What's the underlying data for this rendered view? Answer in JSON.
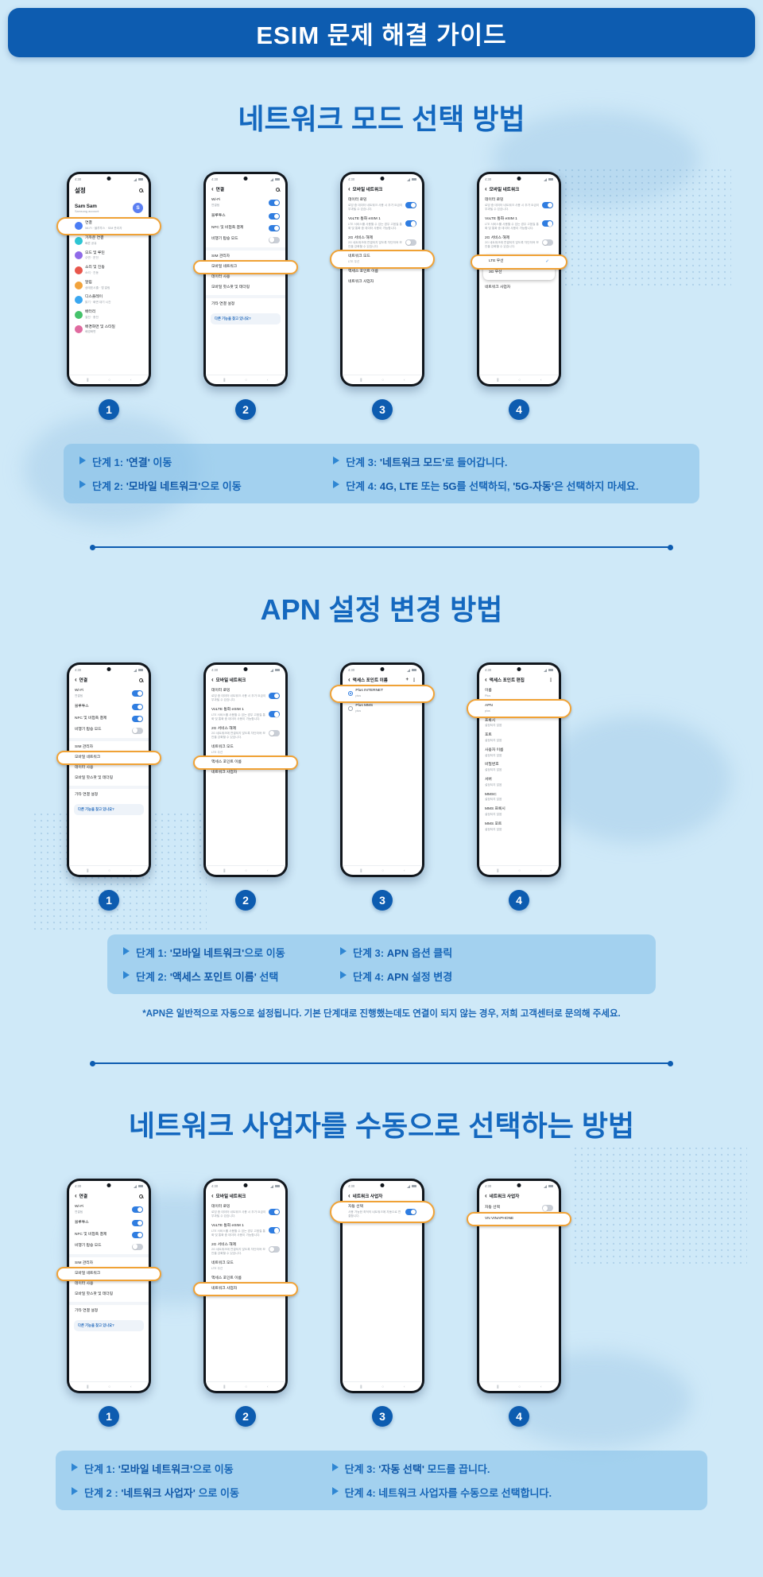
{
  "header": {
    "title": "ESIM 문제 해결 가이드"
  },
  "statusbar_time": "4:30",
  "badges": [
    "1",
    "2",
    "3",
    "4"
  ],
  "colors": {
    "accent_blue": "#0d5cb0",
    "highlight_orange": "#f0a236",
    "background": "#cfe9f8",
    "steps_box": "#8fc4e9"
  },
  "sections": [
    {
      "key": "section-network-mode",
      "title": "네트워크 모드 선택 방법",
      "steps_width": 800,
      "divider_after": true,
      "steps_left": [
        {
          "segments": [
            {
              "t": "단계 1: "
            },
            {
              "t": "'연결'",
              "b": true
            },
            {
              "t": " 이동"
            }
          ]
        },
        {
          "segments": [
            {
              "t": "단계 2: "
            },
            {
              "t": "'모바일 네트워크'",
              "b": true
            },
            {
              "t": "으로 이동"
            }
          ]
        }
      ],
      "steps_right": [
        {
          "segments": [
            {
              "t": "단계 3: "
            },
            {
              "t": "'네트워크 모드'",
              "b": true
            },
            {
              "t": "로 들어갑니다."
            }
          ]
        },
        {
          "segments": [
            {
              "t": "단계 4: "
            },
            {
              "t": "4G, LTE",
              "b": true
            },
            {
              "t": " 또는 "
            },
            {
              "t": "5G",
              "b": true
            },
            {
              "t": "를 선택하되, "
            },
            {
              "t": "'5G-자동'",
              "b": true
            },
            {
              "t": "은 선택하지 마세요."
            }
          ]
        }
      ],
      "phones": [
        {
          "header": {
            "mode": "home",
            "title": "설정",
            "right": [
              "search"
            ]
          },
          "items": [
            {
              "type": "profile",
              "name": "Sam Sam",
              "sub": "Samsung account",
              "avatar": "S"
            },
            {
              "type": "home",
              "label": "연결",
              "sub": "Wi-Fi · 블루투스 · SIM 관리자",
              "color": "#4a7df5",
              "hl": true
            },
            {
              "type": "home",
              "label": "가까운 연결",
              "sub": "빠른 공유",
              "color": "#2ec5d3"
            },
            {
              "type": "home",
              "label": "모드 및 루틴",
              "sub": "수면 · 운전",
              "color": "#8f6ae8"
            },
            {
              "type": "home",
              "label": "소리 및 진동",
              "sub": "소리 · 진동",
              "color": "#e8564c"
            },
            {
              "type": "home",
              "label": "알림",
              "sub": "상태표시줄 · 앱 알림",
              "color": "#f2a33c"
            },
            {
              "type": "home",
              "label": "디스플레이",
              "sub": "밝기 · 화면 대기 시간",
              "color": "#3aa7f0"
            },
            {
              "type": "home",
              "label": "배터리",
              "sub": "절전 · 충전",
              "color": "#45c26b"
            },
            {
              "type": "home",
              "label": "배경화면 및 스타일",
              "sub": "배경화면",
              "color": "#e06a9f"
            }
          ]
        },
        {
          "header": {
            "mode": "sub",
            "title": "연결",
            "right": [
              "search"
            ]
          },
          "items": [
            {
              "type": "row",
              "label": "Wi-Fi",
              "sub": "연결됨",
              "toggle": "on"
            },
            {
              "type": "row",
              "label": "블루투스",
              "toggle": "on"
            },
            {
              "type": "row",
              "label": "NFC 및 비접촉 결제",
              "toggle": "on"
            },
            {
              "type": "row",
              "label": "비행기 탑승 모드",
              "toggle": "off"
            },
            {
              "type": "gap"
            },
            {
              "type": "row",
              "label": "SIM 관리자"
            },
            {
              "type": "row",
              "label": "모바일 네트워크",
              "hl": true
            },
            {
              "type": "row",
              "label": "데이터 사용"
            },
            {
              "type": "row",
              "label": "모바일 핫스팟 및 테더링"
            },
            {
              "type": "gap"
            },
            {
              "type": "row",
              "label": "기타 연결 설정"
            },
            {
              "type": "card",
              "title": "다른 기능을 찾고 있나요?"
            }
          ]
        },
        {
          "header": {
            "mode": "sub",
            "title": "모바일 네트워크",
            "right": []
          },
          "items": [
            {
              "type": "row",
              "label": "데이터 로밍",
              "sub": "로밍 중 데이터 네트워크 사용 시 추가 요금이 부과될 수 있습니다.",
              "toggle": "on"
            },
            {
              "type": "row",
              "label": "VoLTE 통화 eSIM 1",
              "sub": "LTE 서비스를 사용할 수 있는 경우 고음질 통화 및 통화 중 데이터 사용이 가능합니다.",
              "toggle": "on"
            },
            {
              "type": "row",
              "label": "2G 서비스 해제",
              "sub": "2G 네트워크에 연결되지 않도록 차단하여 보안을 강화할 수 있습니다.",
              "toggle": "off"
            },
            {
              "type": "row",
              "label": "네트워크 모드",
              "sub": "LTE 우선",
              "hl": true
            },
            {
              "type": "row",
              "label": "액세스 포인트 이름"
            },
            {
              "type": "row",
              "label": "네트워크 사업자"
            }
          ]
        },
        {
          "header": {
            "mode": "sub",
            "title": "모바일 네트워크",
            "right": []
          },
          "items": [
            {
              "type": "row",
              "label": "데이터 로밍",
              "sub": "로밍 중 데이터 네트워크 사용 시 추가 요금이 부과될 수 있습니다.",
              "toggle": "on"
            },
            {
              "type": "row",
              "label": "VoLTE 통화 eSIM 1",
              "sub": "LTE 서비스를 사용할 수 있는 경우 고음질 통화 및 통화 중 데이터 사용이 가능합니다.",
              "toggle": "on"
            },
            {
              "type": "row",
              "label": "2G 서비스 해제",
              "sub": "2G 네트워크에 연결되지 않도록 차단하여 보안을 강화할 수 있습니다.",
              "toggle": "off"
            },
            {
              "type": "drop",
              "options": [
                {
                  "label": "LTE 우선",
                  "check": true,
                  "hl": true
                },
                {
                  "label": "3G 우선"
                }
              ]
            },
            {
              "type": "row",
              "label": "네트워크 사업자"
            }
          ]
        }
      ]
    },
    {
      "key": "section-apn",
      "title": "APN 설정 변경 방법",
      "steps_width": 690,
      "divider_after": true,
      "footnote": "*APN은 일반적으로 자동으로 설정됩니다. 기본 단계대로 진행했는데도 연결이 되지 않는 경우, 저희 고객센터로 문의해 주세요.",
      "steps_left": [
        {
          "segments": [
            {
              "t": "단계 1: "
            },
            {
              "t": "'모바일 네트워크'",
              "b": true
            },
            {
              "t": "으로 이동"
            }
          ]
        },
        {
          "segments": [
            {
              "t": "단계 2: "
            },
            {
              "t": "'액세스 포인트 이름'",
              "b": true
            },
            {
              "t": " 선택"
            }
          ]
        }
      ],
      "steps_right": [
        {
          "segments": [
            {
              "t": "단계 3: "
            },
            {
              "t": "APN",
              "b": true
            },
            {
              "t": " 옵션 클릭"
            }
          ]
        },
        {
          "segments": [
            {
              "t": "단계 4: "
            },
            {
              "t": "APN",
              "b": true
            },
            {
              "t": " 설정 변경"
            }
          ]
        }
      ],
      "phones": [
        {
          "header": {
            "mode": "sub",
            "title": "연결",
            "right": [
              "search"
            ]
          },
          "items": [
            {
              "type": "row",
              "label": "Wi-Fi",
              "sub": "연결됨",
              "toggle": "on"
            },
            {
              "type": "row",
              "label": "블루투스",
              "toggle": "on"
            },
            {
              "type": "row",
              "label": "NFC 및 비접촉 결제",
              "toggle": "on"
            },
            {
              "type": "row",
              "label": "비행기 탑승 모드",
              "toggle": "off"
            },
            {
              "type": "gap"
            },
            {
              "type": "row",
              "label": "SIM 관리자"
            },
            {
              "type": "row",
              "label": "모바일 네트워크",
              "hl": true
            },
            {
              "type": "row",
              "label": "데이터 사용"
            },
            {
              "type": "row",
              "label": "모바일 핫스팟 및 테더링"
            },
            {
              "type": "gap"
            },
            {
              "type": "row",
              "label": "기타 연결 설정"
            },
            {
              "type": "card",
              "title": "다른 기능을 찾고 있나요?"
            }
          ]
        },
        {
          "header": {
            "mode": "sub",
            "title": "모바일 네트워크",
            "right": []
          },
          "items": [
            {
              "type": "row",
              "label": "데이터 로밍",
              "sub": "로밍 중 데이터 네트워크 사용 시 추가 요금이 부과될 수 있습니다.",
              "toggle": "on"
            },
            {
              "type": "row",
              "label": "VoLTE 통화 eSIM 1",
              "sub": "LTE 서비스를 사용할 수 있는 경우 고음질 통화 및 통화 중 데이터 사용이 가능합니다.",
              "toggle": "on"
            },
            {
              "type": "row",
              "label": "2G 서비스 해제",
              "sub": "2G 네트워크에 연결되지 않도록 차단하여 보안을 강화할 수 있습니다.",
              "toggle": "off"
            },
            {
              "type": "row",
              "label": "네트워크 모드",
              "sub": "LTE 우선"
            },
            {
              "type": "row",
              "label": "액세스 포인트 이름",
              "hl": true
            },
            {
              "type": "row",
              "label": "네트워크 사업자"
            }
          ]
        },
        {
          "header": {
            "mode": "sub",
            "title": "액세스 포인트 이름",
            "right": [
              "plus",
              "more"
            ]
          },
          "items": [
            {
              "type": "radio",
              "label": "Plus INTERNET",
              "sub": "plus",
              "selected": true,
              "hl": true
            },
            {
              "type": "radio",
              "label": "Plus MMS",
              "sub": "plus",
              "selected": false
            }
          ]
        },
        {
          "header": {
            "mode": "sub",
            "title": "액세스 포인트 편집",
            "right": [
              "more"
            ]
          },
          "items": [
            {
              "type": "row",
              "label": "이름",
              "sub": "Plus"
            },
            {
              "type": "row",
              "label": "APN",
              "sub": "plus",
              "hl": true
            },
            {
              "type": "row",
              "label": "프록시",
              "sub": "설정되지 않음"
            },
            {
              "type": "row",
              "label": "포트",
              "sub": "설정되지 않음"
            },
            {
              "type": "row",
              "label": "사용자 이름",
              "sub": "설정되지 않음"
            },
            {
              "type": "row",
              "label": "비밀번호",
              "sub": "설정되지 않음"
            },
            {
              "type": "row",
              "label": "서버",
              "sub": "설정되지 않음"
            },
            {
              "type": "row",
              "label": "MMSC",
              "sub": "설정되지 않음"
            },
            {
              "type": "row",
              "label": "MMS 프록시",
              "sub": "설정되지 않음"
            },
            {
              "type": "row",
              "label": "MMS 포트",
              "sub": "설정되지 않음"
            }
          ]
        }
      ]
    },
    {
      "key": "section-operator",
      "title": "네트워크 사업자를 수동으로 선택하는 방법",
      "steps_width": 820,
      "divider_after": false,
      "steps_left": [
        {
          "segments": [
            {
              "t": "단계 1: "
            },
            {
              "t": "'모바일 네트워크'",
              "b": true
            },
            {
              "t": "으로 이동"
            }
          ]
        },
        {
          "segments": [
            {
              "t": "단계 2 : "
            },
            {
              "t": "'네트워크 사업자'",
              "b": true
            },
            {
              "t": " 으로 이동"
            }
          ]
        }
      ],
      "steps_right": [
        {
          "segments": [
            {
              "t": "단계 3: "
            },
            {
              "t": "'자동 선택'",
              "b": true
            },
            {
              "t": " 모드를 끕니다."
            }
          ]
        },
        {
          "segments": [
            {
              "t": "단계 4: "
            },
            {
              "t": "네트워크 사업자를 수동으로 선택합니다."
            }
          ]
        }
      ],
      "phones": [
        {
          "header": {
            "mode": "sub",
            "title": "연결",
            "right": [
              "search"
            ]
          },
          "items": [
            {
              "type": "row",
              "label": "Wi-Fi",
              "sub": "연결됨",
              "toggle": "on"
            },
            {
              "type": "row",
              "label": "블루투스",
              "toggle": "on"
            },
            {
              "type": "row",
              "label": "NFC 및 비접촉 결제",
              "toggle": "on"
            },
            {
              "type": "row",
              "label": "비행기 탑승 모드",
              "toggle": "off"
            },
            {
              "type": "gap"
            },
            {
              "type": "row",
              "label": "SIM 관리자"
            },
            {
              "type": "row",
              "label": "모바일 네트워크",
              "hl": true
            },
            {
              "type": "row",
              "label": "데이터 사용"
            },
            {
              "type": "row",
              "label": "모바일 핫스팟 및 테더링"
            },
            {
              "type": "gap"
            },
            {
              "type": "row",
              "label": "기타 연결 설정"
            },
            {
              "type": "card",
              "title": "다른 기능을 찾고 있나요?"
            }
          ]
        },
        {
          "header": {
            "mode": "sub",
            "title": "모바일 네트워크",
            "right": []
          },
          "items": [
            {
              "type": "row",
              "label": "데이터 로밍",
              "sub": "로밍 중 데이터 네트워크 사용 시 추가 요금이 부과될 수 있습니다.",
              "toggle": "on"
            },
            {
              "type": "row",
              "label": "VoLTE 통화 eSIM 1",
              "sub": "LTE 서비스를 사용할 수 있는 경우 고음질 통화 및 통화 중 데이터 사용이 가능합니다.",
              "toggle": "on"
            },
            {
              "type": "row",
              "label": "2G 서비스 해제",
              "sub": "2G 네트워크에 연결되지 않도록 차단하여 보안을 강화할 수 있습니다.",
              "toggle": "off"
            },
            {
              "type": "row",
              "label": "네트워크 모드",
              "sub": "LTE 우선"
            },
            {
              "type": "row",
              "label": "액세스 포인트 이름"
            },
            {
              "type": "row",
              "label": "네트워크 사업자",
              "hl": true
            }
          ]
        },
        {
          "header": {
            "mode": "sub",
            "title": "네트워크 사업자",
            "right": []
          },
          "items": [
            {
              "type": "row",
              "label": "자동 선택",
              "sub": "사용 가능한 최적의 네트워크에 자동으로 연결합니다.",
              "toggle": "on",
              "hl": true
            }
          ]
        },
        {
          "header": {
            "mode": "sub",
            "title": "네트워크 사업자",
            "right": []
          },
          "items": [
            {
              "type": "row",
              "label": "자동 선택",
              "toggle": "off"
            },
            {
              "type": "row",
              "label": "VN VINAPHONE",
              "hl": true
            }
          ]
        }
      ]
    }
  ]
}
